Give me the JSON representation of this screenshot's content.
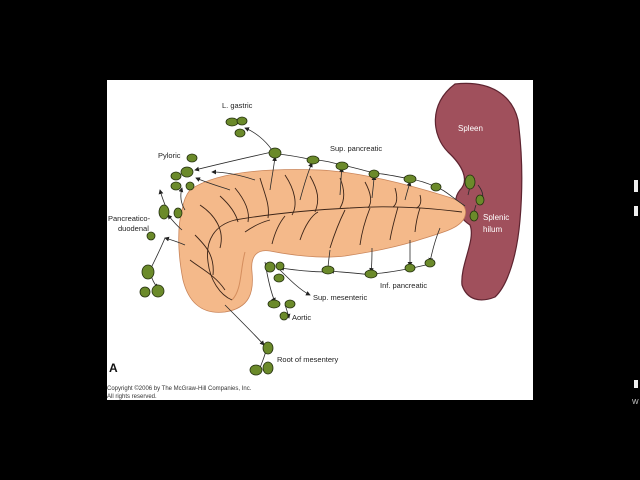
{
  "figure": {
    "panel_letter": "A",
    "copyright_line1": "Copyright ©2006 by The McGraw-Hill Companies, Inc.",
    "copyright_line2": "All rights reserved."
  },
  "labels": {
    "spleen": "Spleen",
    "splenic_hilum_1": "Splenic",
    "splenic_hilum_2": "hilum",
    "l_gastric": "L. gastric",
    "pyloric": "Pyloric",
    "sup_pancreatic": "Sup. pancreatic",
    "pancreaticoduodenal_1": "Pancreatico-",
    "pancreaticoduodenal_2": "duodenal",
    "sup_mesenteric": "Sup. mesenteric",
    "inf_pancreatic": "Inf. pancreatic",
    "aortic": "Aortic",
    "root_of_mesentery": "Root of mesentery"
  },
  "colors": {
    "pancreas": "#f4b98a",
    "pancreas_shade": "#e7a274",
    "spleen": "#a0505c",
    "spleen_edge": "#5e2430",
    "lymph_node": "#6b8a2a",
    "background": "#000000",
    "panel": "#ffffff"
  },
  "corner_mark": "W"
}
